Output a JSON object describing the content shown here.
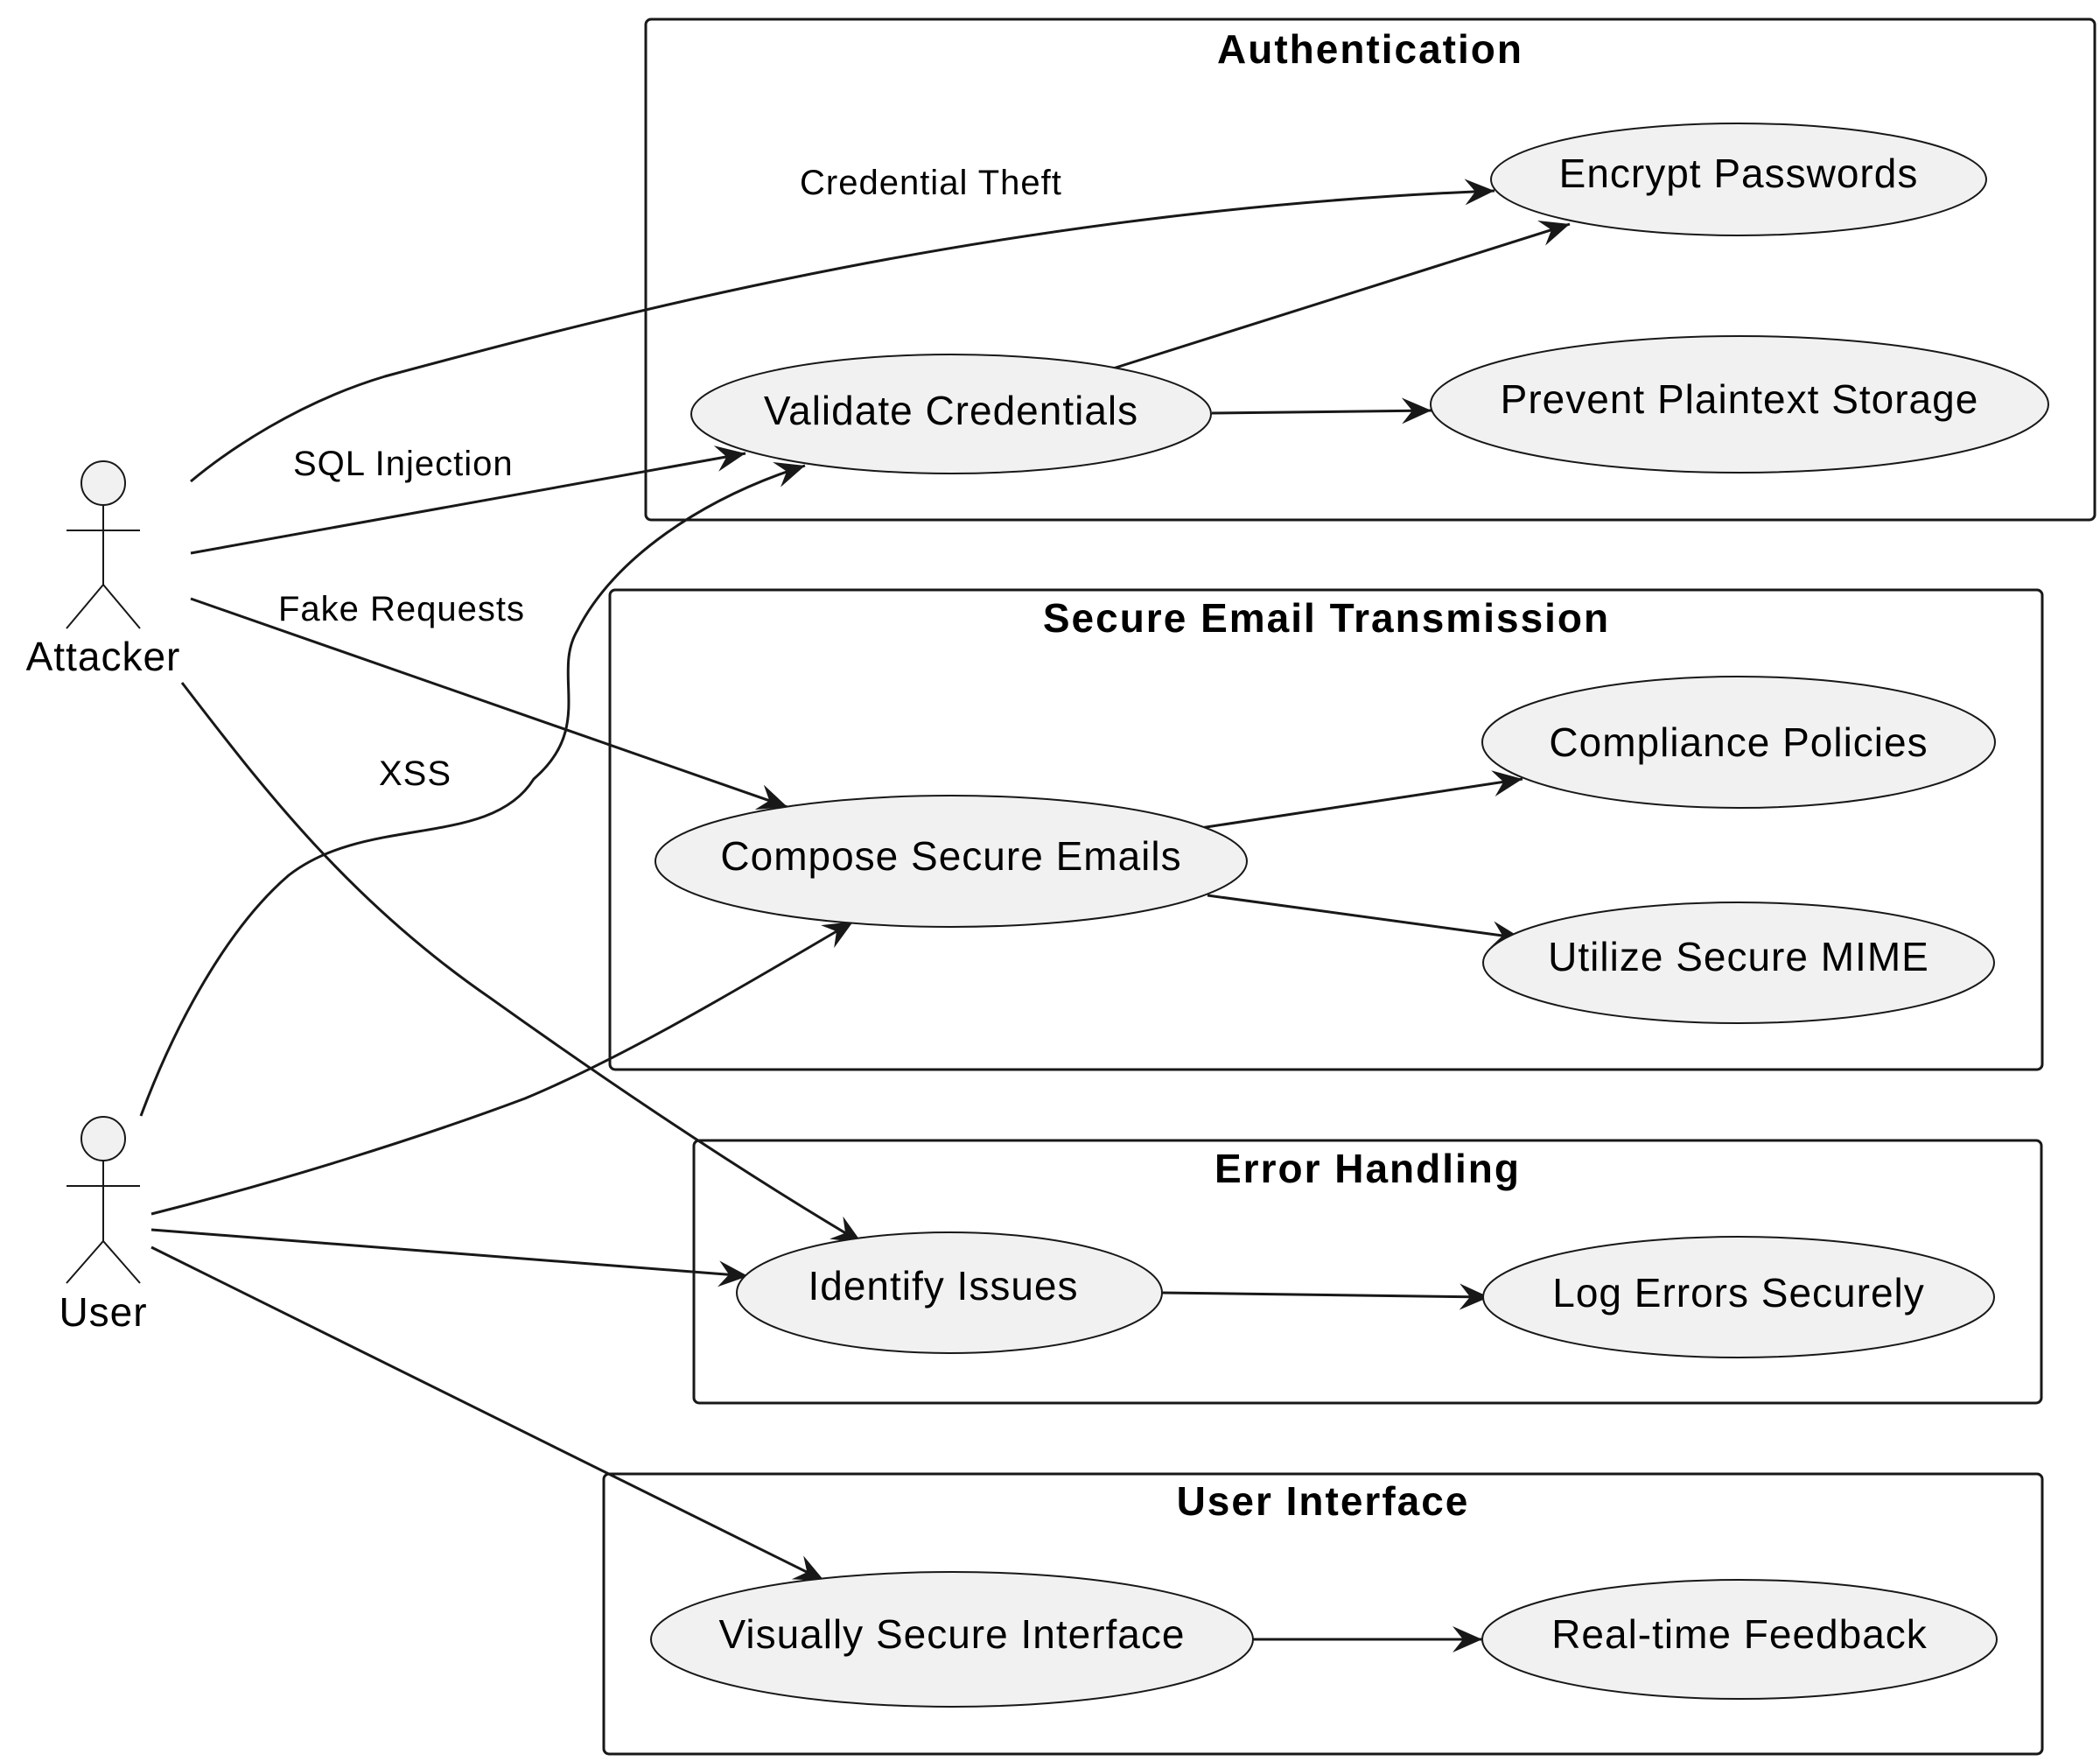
{
  "actors": {
    "attacker": {
      "label": "Attacker"
    },
    "user": {
      "label": "User"
    }
  },
  "packages": {
    "authentication": {
      "title": "Authentication",
      "use_cases": {
        "encrypt_passwords": "Encrypt Passwords",
        "validate_credentials": "Validate Credentials",
        "prevent_plaintext_storage": "Prevent Plaintext Storage"
      }
    },
    "secure_email_transmission": {
      "title": "Secure Email Transmission",
      "use_cases": {
        "compliance_policies": "Compliance Policies",
        "compose_secure_emails": "Compose Secure Emails",
        "utilize_secure_mime": "Utilize Secure MIME"
      }
    },
    "error_handling": {
      "title": "Error Handling",
      "use_cases": {
        "identify_issues": "Identify Issues",
        "log_errors_securely": "Log Errors Securely"
      }
    },
    "user_interface": {
      "title": "User Interface",
      "use_cases": {
        "visually_secure_interface": "Visually Secure Interface",
        "real_time_feedback": "Real-time Feedback"
      }
    }
  },
  "edge_labels": {
    "credential_theft": "Credential Theft",
    "sql_injection": "SQL Injection",
    "fake_requests": "Fake Requests",
    "xss": "XSS"
  },
  "colors": {
    "node_fill": "#f1f1f1",
    "stroke": "#181818",
    "background": "#ffffff"
  }
}
